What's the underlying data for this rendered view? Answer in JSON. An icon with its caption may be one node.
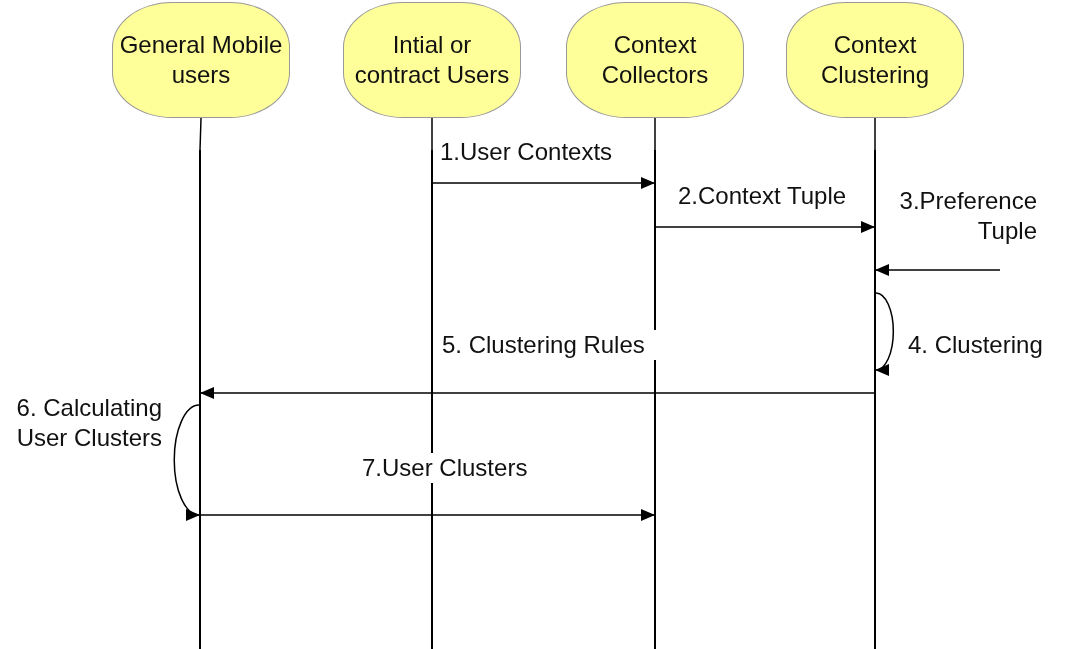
{
  "diagram": {
    "nodes": [
      {
        "text": [
          "General Mobile users"
        ]
      },
      {
        "text": [
          "Intial or contract Users"
        ]
      },
      {
        "text": [
          "Context Collectors"
        ]
      },
      {
        "text": [
          "Context Clustering"
        ]
      },
      {
        "text": [],
        "shape": "bar"
      },
      {
        "text": [],
        "shape": "bar"
      },
      {
        "text": [],
        "shape": "bar"
      },
      {
        "text": [],
        "shape": "bar"
      }
    ],
    "edges": [
      {
        "from": 0,
        "to": 4,
        "arrow": "none"
      },
      {
        "from": 1,
        "to": 5,
        "arrow": "none"
      },
      {
        "from": 2,
        "to": 6,
        "arrow": "none"
      },
      {
        "from": 3,
        "to": 7,
        "arrow": "none"
      },
      {
        "from": 5,
        "to": 6,
        "arrow": "to",
        "label": "1.User Contexts"
      },
      {
        "from": 6,
        "to": 7,
        "arrow": "to",
        "label": "2.Context Tuple"
      },
      {
        "from": null,
        "to": 7,
        "arrow": "to",
        "label": "3.Preference Tuple"
      },
      {
        "from": 7,
        "to": 7,
        "arrow": "to",
        "label": "4. Clustering"
      },
      {
        "from": 7,
        "to": 4,
        "arrow": "to",
        "label": "5. Clustering Rules"
      },
      {
        "from": 4,
        "to": 4,
        "arrow": "to",
        "label": "6. Calculating User Clusters"
      },
      {
        "from": 4,
        "to": 6,
        "arrow": "to",
        "label": "7.User Clusters"
      }
    ]
  }
}
